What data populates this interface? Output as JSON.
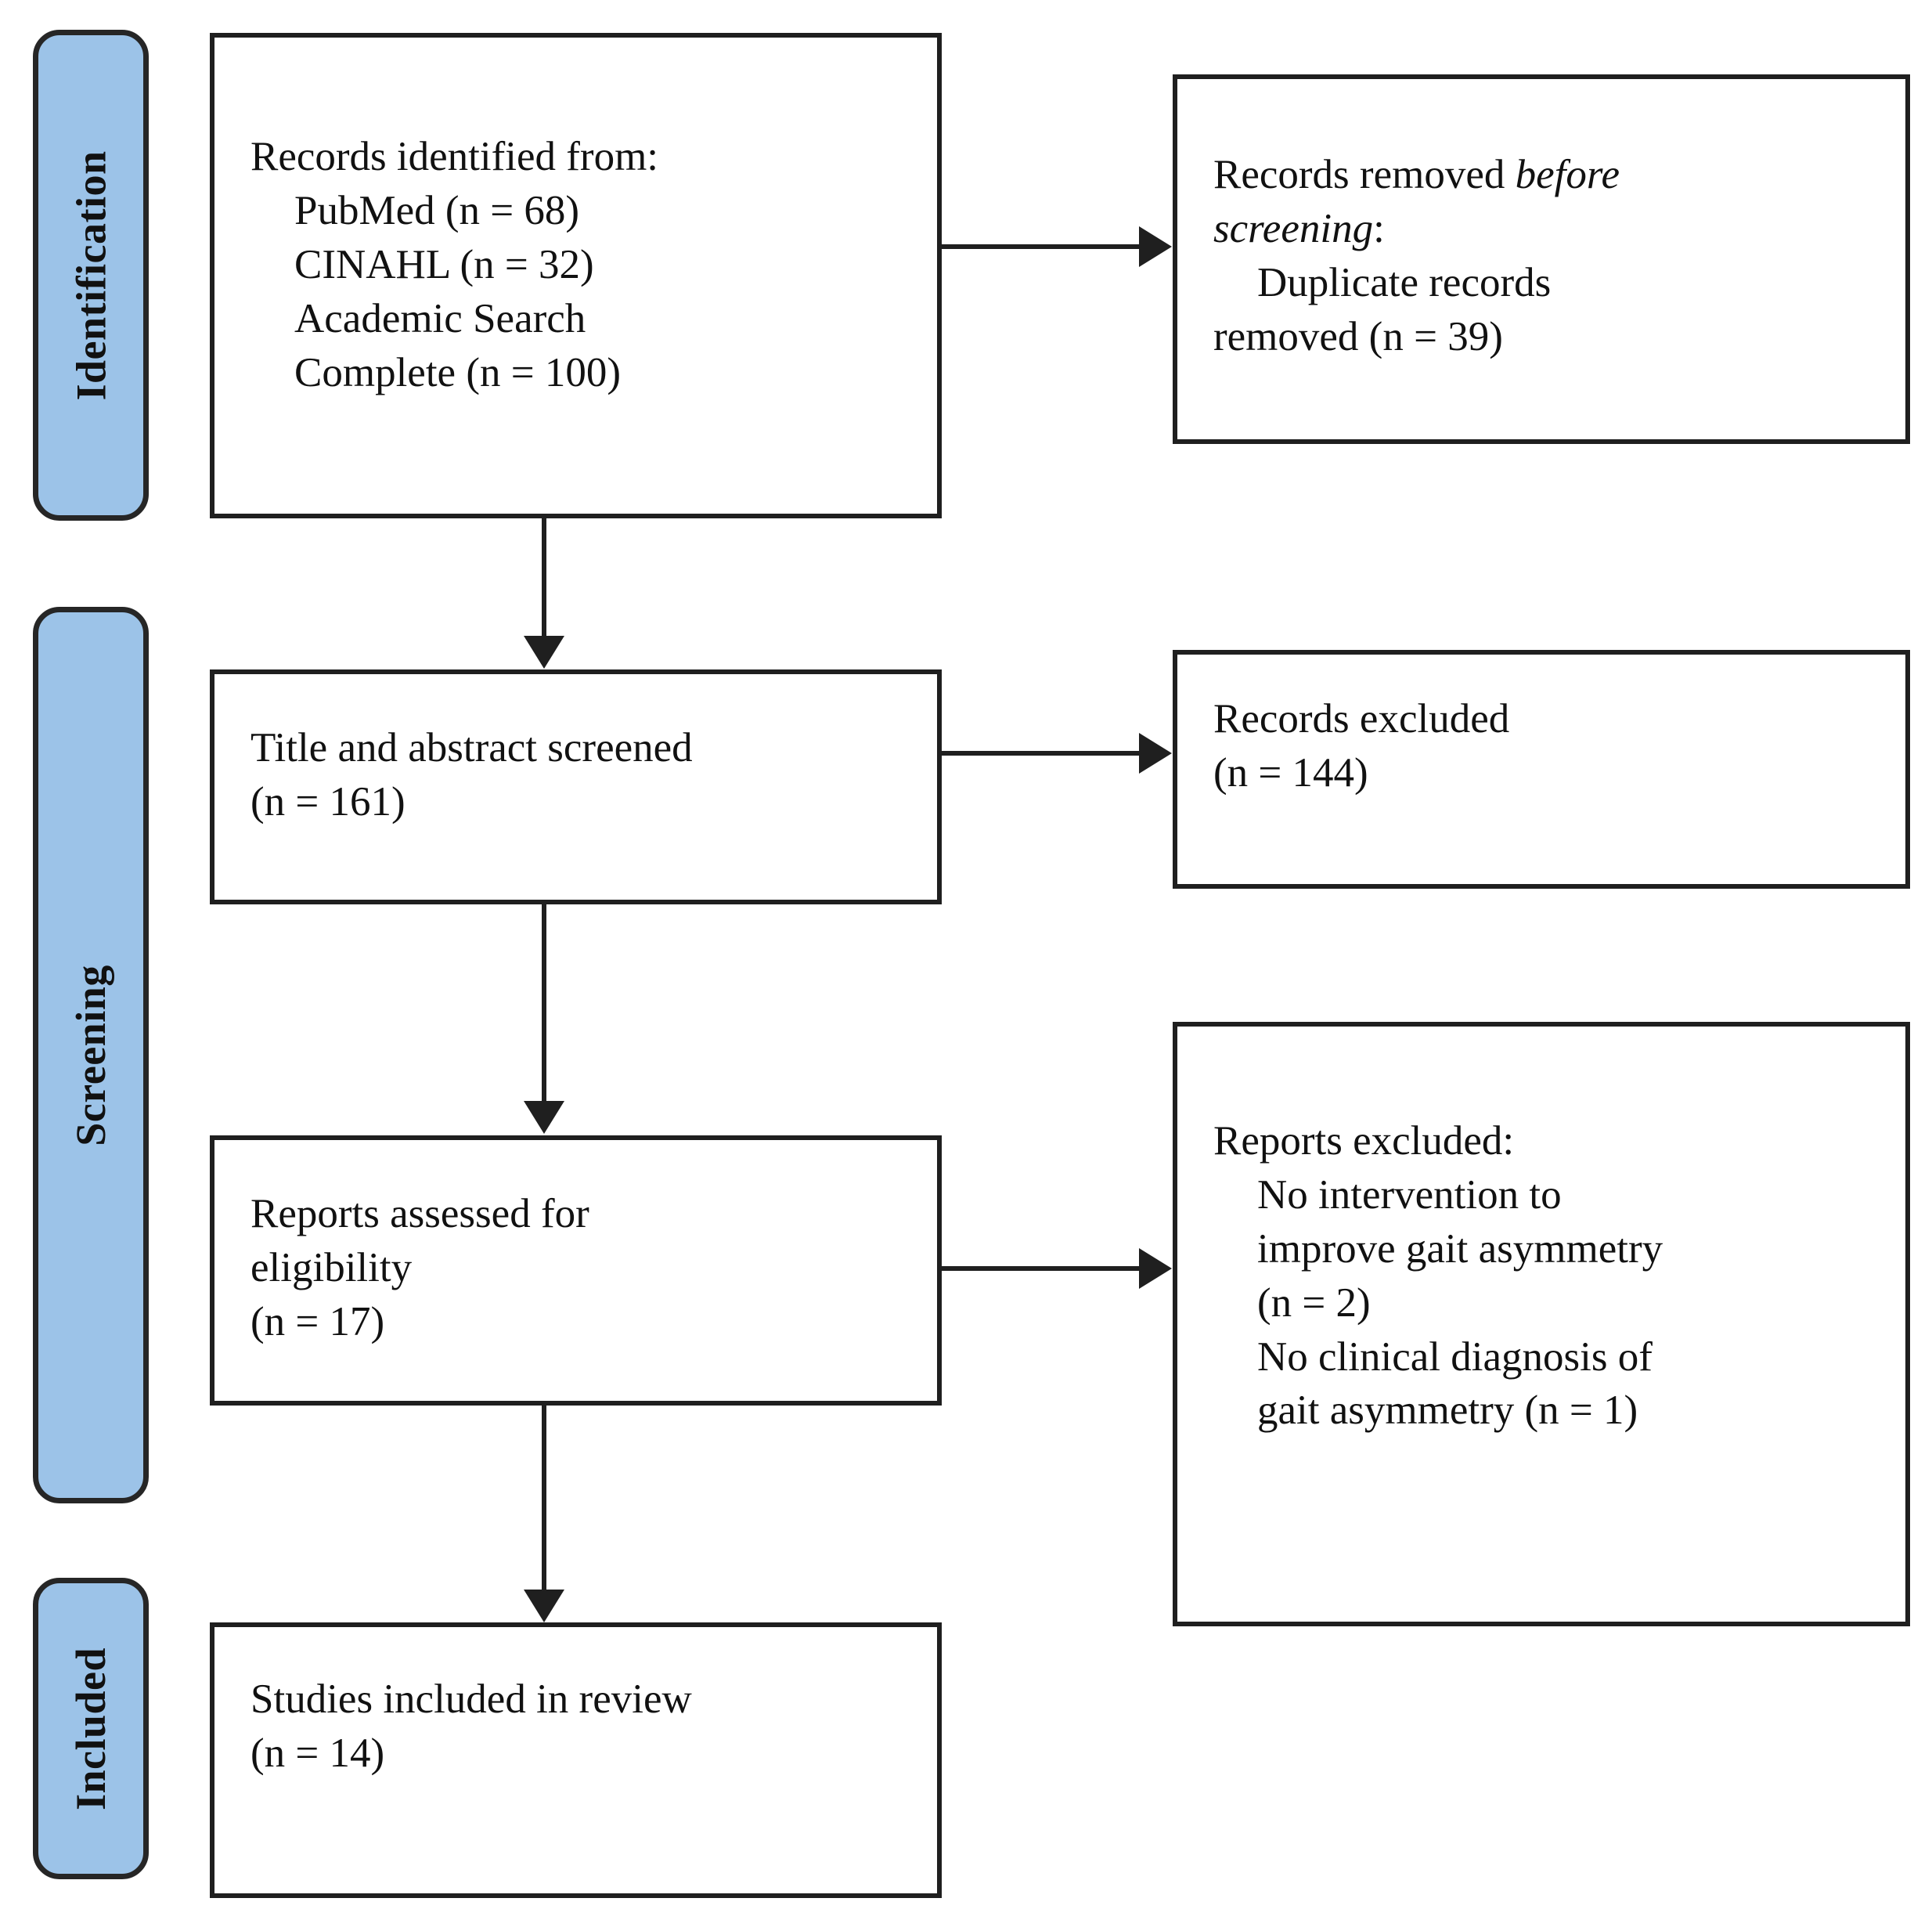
{
  "diagram": {
    "type": "prisma-flow-diagram",
    "accent_blue": "#9CC3E8",
    "border_color": "#1f1f1f",
    "stages": [
      {
        "id": "identification",
        "label": "Identification"
      },
      {
        "id": "screening",
        "label": "Screening"
      },
      {
        "id": "included",
        "label": "Included"
      }
    ]
  },
  "boxes": {
    "records_identified": {
      "title": "Records identified from:",
      "lines": [
        "PubMed (n = 68)",
        "CINAHL (n = 32)",
        "Academic Search",
        "Complete (n = 100)"
      ]
    },
    "records_removed": {
      "title_prefix": "Records removed ",
      "title_italic": "before",
      "title_italic2": "screening",
      "title_suffix": ":",
      "lines": [
        "Duplicate records",
        "removed (n = 39)"
      ]
    },
    "title_abstract_screened": {
      "lines": [
        "Title and abstract screened",
        "(n = 161)"
      ]
    },
    "records_excluded": {
      "lines": [
        "Records excluded",
        "(n = 144)"
      ]
    },
    "reports_assessed": {
      "lines": [
        "Reports assessed for",
        "eligibility",
        "(n = 17)"
      ]
    },
    "reports_excluded": {
      "title": "Reports excluded:",
      "lines": [
        "No intervention to",
        "improve gait asymmetry",
        "(n = 2)",
        "No clinical diagnosis of",
        "gait asymmetry (n = 1)"
      ]
    },
    "studies_included": {
      "lines": [
        "Studies included in review",
        "(n = 14)"
      ]
    }
  }
}
